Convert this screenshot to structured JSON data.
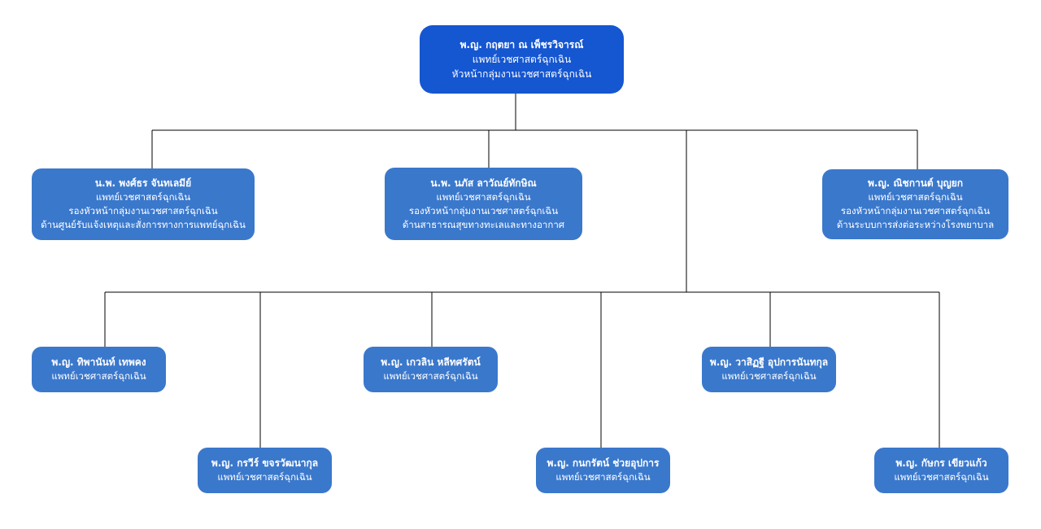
{
  "colors": {
    "root_fill": "#1556d1",
    "node_fill": "#3a78cc",
    "text": "#ffffff",
    "connector": "#000000"
  },
  "root": {
    "name": "พ.ญ. กฤตยา ณ เพ็ชรวิจารณ์",
    "line1": "แพทย์เวชศาสตร์ฉุกเฉิน",
    "line2": "หัวหน้ากลุ่มงานเวชศาสตร์ฉุกเฉิน"
  },
  "deputies": [
    {
      "name": "น.พ. พงศ์ธร จันทเลมีย์",
      "line1": "แพทย์เวชศาสตร์ฉุกเฉิน",
      "line2": "รองหัวหน้ากลุ่มงานเวชศาสตร์ฉุกเฉิน",
      "line3": "ด้านศูนย์รับแจ้งเหตุและสั่งการทางการแพทย์ฉุกเฉิน"
    },
    {
      "name": "น.พ. นภัส ลาวัณย์ทักษิณ",
      "line1": "แพทย์เวชศาสตร์ฉุกเฉิน",
      "line2": "รองหัวหน้ากลุ่มงานเวชศาสตร์ฉุกเฉิน",
      "line3": "ด้านสาธารณสุขทางทะเลและทางอากาศ"
    },
    {
      "name": "พ.ญ. ณิชกานต์ บุญยก",
      "line1": "แพทย์เวชศาสตร์ฉุกเฉิน",
      "line2": "รองหัวหน้ากลุ่มงานเวชศาสตร์ฉุกเฉิน",
      "line3": "ด้านระบบการส่งต่อระหว่างโรงพยาบาล"
    }
  ],
  "staff": [
    {
      "name": "พ.ญ. ทิพานันท์ เทพคง",
      "line1": "แพทย์เวชศาสตร์ฉุกเฉิน"
    },
    {
      "name": "พ.ญ. กรวีร์ ขจรวัฒนากุล",
      "line1": "แพทย์เวชศาสตร์ฉุกเฉิน"
    },
    {
      "name": "พ.ญ. เกวลิน หลีทศรัตน์",
      "line1": "แพทย์เวชศาสตร์ฉุกเฉิน"
    },
    {
      "name": "พ.ญ. กนกรัตน์ ช่วยอุปการ",
      "line1": "แพทย์เวชศาสตร์ฉุกเฉิน"
    },
    {
      "name": "พ.ญ. วาสิฏฐี อุปการนันทกุล",
      "line1": "แพทย์เวชศาสตร์ฉุกเฉิน"
    },
    {
      "name": "พ.ญ. กัษกร เขียวแก้ว",
      "line1": "แพทย์เวชศาสตร์ฉุกเฉิน"
    }
  ]
}
